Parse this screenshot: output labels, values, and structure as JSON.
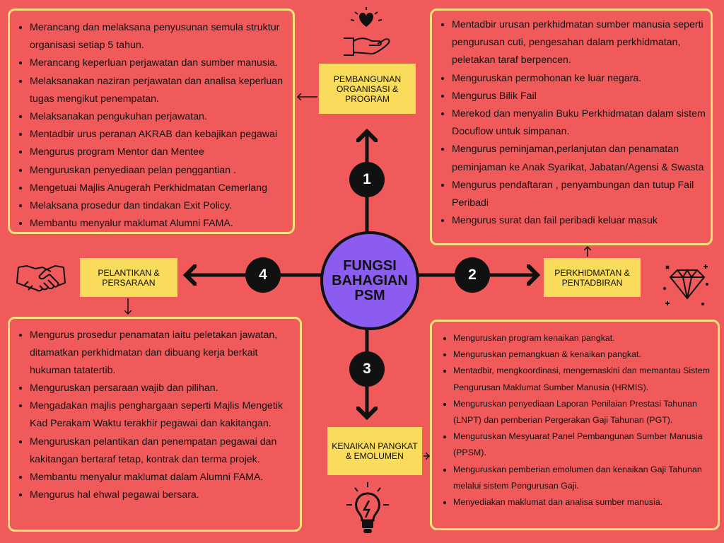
{
  "center_title": "FUNGSI\nBAHAGIAN\nPSM",
  "sections": [
    {
      "number": "1",
      "label": "PEMBANGUNAN ORGANISASI & PROGRAM",
      "items": [
        "Merancang dan melaksana penyusunan semula struktur organisasi setiap 5 tahun.",
        "Merancang keperluan perjawatan dan  sumber manusia.",
        "Melaksanakan naziran  perjawatan dan analisa keperluan tugas mengikut penempatan.",
        "Melaksanakan pengukuhan  perjawatan.",
        "Mentadbir urus peranan AKRAB dan kebajikan pegawai",
        "Mengurus program Mentor dan Mentee",
        "Menguruskan penyediaan pelan penggantian .",
        "Mengetuai Majlis Anugerah Perkhidmatan Cemerlang",
        "Melaksana prosedur dan tindakan Exit Policy.",
        "Membantu menyalur maklumat Alumni FAMA."
      ]
    },
    {
      "number": "2",
      "label": "PERKHIDMATAN & PENTADBIRAN",
      "items": [
        "Mentadbir urusan perkhidmatan sumber manusia seperti  pengurusan cuti, pengesahan dalam perkhidmatan, peletakan taraf berpencen.",
        "Menguruskan permohonan ke luar negara.",
        "Mengurus Bilik Fail",
        "Merekod dan menyalin Buku Perkhidmatan  dalam sistem Docuflow  untuk simpanan.",
        "Mengurus peminjaman,perlanjutan dan penamatan peminjaman ke Anak Syarikat, Jabatan/Agensi & Swasta",
        "Mengurus pendaftaran , penyambungan dan tutup Fail Peribadi",
        "Mengurus surat dan fail peribadi keluar masuk"
      ]
    },
    {
      "number": "3",
      "label": "KENAIKAN PANGKAT & EMOLUMEN",
      "items": [
        "Menguruskan program kenaikan pangkat.",
        "Menguruskan  pemangkuan & kenaikan pangkat.",
        "Mentadbir, mengkoordinasi, mengemaskini dan  memantau Sistem  Pengurusan Maklumat Sumber Manusia (HRMIS).",
        "Menguruskan penyediaan Laporan Penilaian Prestasi Tahunan (LNPT) dan pemberian Pergerakan Gaji Tahunan (PGT).",
        "Menguruskan Mesyuarat Panel Pembangunan Sumber Manusia (PPSM).",
        "Menguruskan pemberian emolumen dan kenaikan Gaji Tahunan  melalui sistem Pengurusan Gaji.",
        "Menyediakan maklumat dan  analisa sumber manusia."
      ]
    },
    {
      "number": "4",
      "label": "PELANTIKAN & PERSARAAN",
      "items": [
        "Mengurus prosedur penamatan iaitu peletakan jawatan, ditamatkan perkhidmatan dan dibuang kerja berkait hukuman tatatertib.",
        "Menguruskan persaraan wajib dan pilihan.",
        "Mengadakan majlis penghargaan seperti Majlis Mengetik Kad Perakam Waktu terakhir pegawai  dan kakitangan.",
        "Menguruskan  pelantikan dan penempatan  pegawai dan kakitangan bertaraf tetap, kontrak dan terma projek.",
        "Membantu menyalur maklumat dalam Alumni FAMA.",
        "Mengurus hal ehwal pegawai bersara."
      ]
    }
  ],
  "colors": {
    "background": "#f05a5b",
    "box_border": "#f6e27a",
    "label_fill": "#f9dc5c",
    "center_fill": "#8c5cf0",
    "number_fill": "#111111"
  },
  "icons": [
    "heart-hand-icon",
    "diamond-icon",
    "lightbulb-icon",
    "handshake-icon"
  ]
}
